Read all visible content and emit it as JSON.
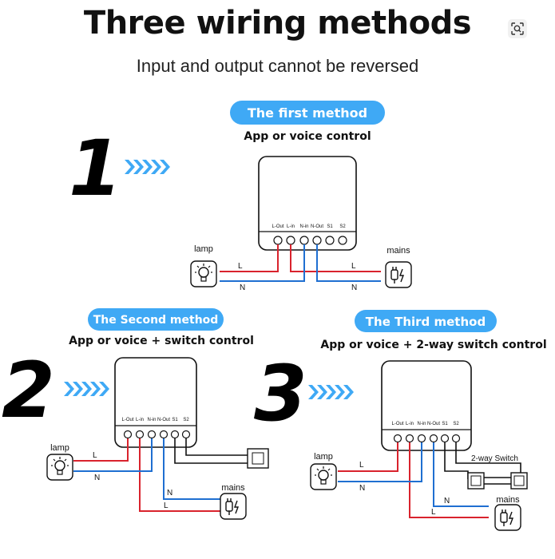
{
  "header": {
    "title": "Three wiring methods",
    "subtitle": "Input and output cannot be reversed"
  },
  "icons": {
    "scan": "scan-lens-icon",
    "lamp": "bulb-icon",
    "mains": "plug-icon",
    "switch": "wall-switch-icon"
  },
  "colors": {
    "pill": "#3fa9f5",
    "live_wire": "#d9232d",
    "neutral_wire": "#1f6fd1",
    "ink": "#111111"
  },
  "terminals": [
    "L-Out",
    "L-in",
    "N-in",
    "N-Out",
    "S1",
    "S2"
  ],
  "methods": [
    {
      "number": "1",
      "pill": "The first method",
      "subtitle": "App or voice control",
      "lamp": "lamp",
      "mains": "mains",
      "wire_l": [
        "L",
        "L"
      ],
      "wire_n": [
        "N",
        "N"
      ]
    },
    {
      "number": "2",
      "pill": "The Second method",
      "subtitle": "App or voice + switch control",
      "lamp": "lamp",
      "mains": "mains",
      "wire_l": [
        "L",
        "L"
      ],
      "wire_n": [
        "N",
        "N"
      ]
    },
    {
      "number": "3",
      "pill": "The Third method",
      "subtitle": "App or voice + 2-way switch control",
      "lamp": "lamp",
      "mains": "mains",
      "wire_l": [
        "L",
        "L"
      ],
      "wire_n": [
        "N",
        "N"
      ],
      "switch_label": "2-way Switch"
    }
  ]
}
